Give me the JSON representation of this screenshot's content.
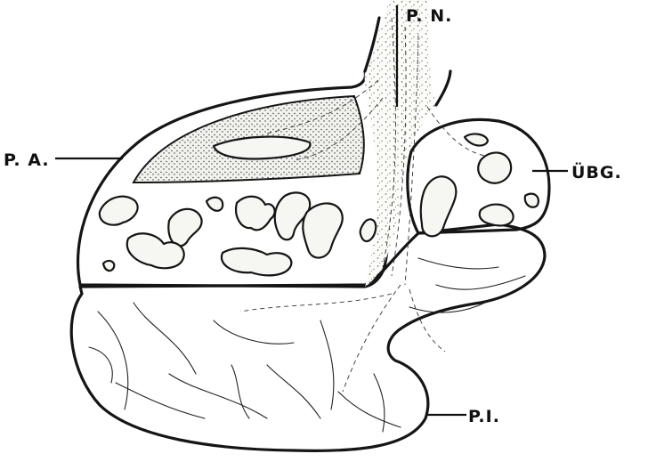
{
  "labels": {
    "pars_nervosa": "P. N.",
    "pars_anterior": "P. A.",
    "uebergangsteil": "ÜBG.",
    "pars_intermedia": "P.I."
  }
}
